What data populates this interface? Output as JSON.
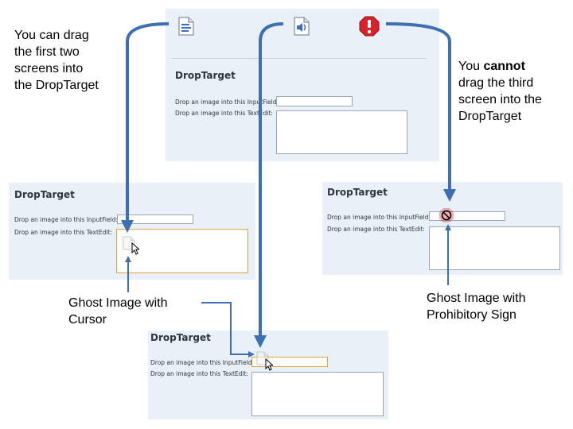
{
  "notes": {
    "can_drag": [
      "You can drag",
      "the first two",
      "screens into",
      "the DropTarget"
    ],
    "cannot_drag": {
      "pre": "You ",
      "bold": "cannot",
      "lines": [
        "drag the third",
        "screen into the",
        "DropTarget"
      ]
    },
    "ghost_cursor": [
      "Ghost Image with",
      "Cursor"
    ],
    "ghost_prohibitory": [
      "Ghost Image with",
      "Prohibitory Sign"
    ]
  },
  "panel": {
    "title": "DropTarget",
    "input_label": "Drop an image into this InputField:",
    "textedit_label": "Drop an image into this TextEdit:"
  },
  "icons": [
    "document-icon",
    "speaker-document-icon",
    "error-icon"
  ],
  "colors": {
    "arrow": "#3d6fb2",
    "panel_bg": "#e9f0f7",
    "focus_border": "#e2a43c",
    "error_red": "#d8232a"
  }
}
